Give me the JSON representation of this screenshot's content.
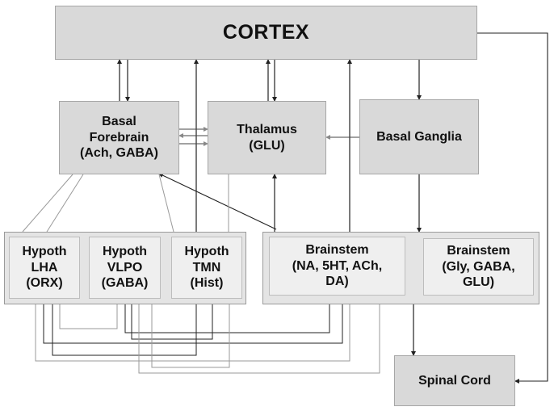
{
  "nodes": {
    "cortex": "CORTEX",
    "basal_forebrain": "Basal\nForebrain\n(Ach, GABA)",
    "thalamus": "Thalamus\n(GLU)",
    "basal_ganglia": "Basal Ganglia",
    "hypoth_lha": "Hypoth\nLHA\n(ORX)",
    "hypoth_vlpo": "Hypoth\nVLPO\n(GABA)",
    "hypoth_tmn": "Hypoth\nTMN\n(Hist)",
    "brainstem_1": "Brainstem\n(NA, 5HT, ACh,\nDA)",
    "brainstem_2": "Brainstem\n(Gly, GABA,\nGLU)",
    "spinal_cord": "Spinal Cord"
  },
  "colors": {
    "line_dark": "#222222",
    "line_light": "#9a9a9a",
    "box_fill": "#d9d9d9",
    "inner_fill": "#efefef"
  }
}
